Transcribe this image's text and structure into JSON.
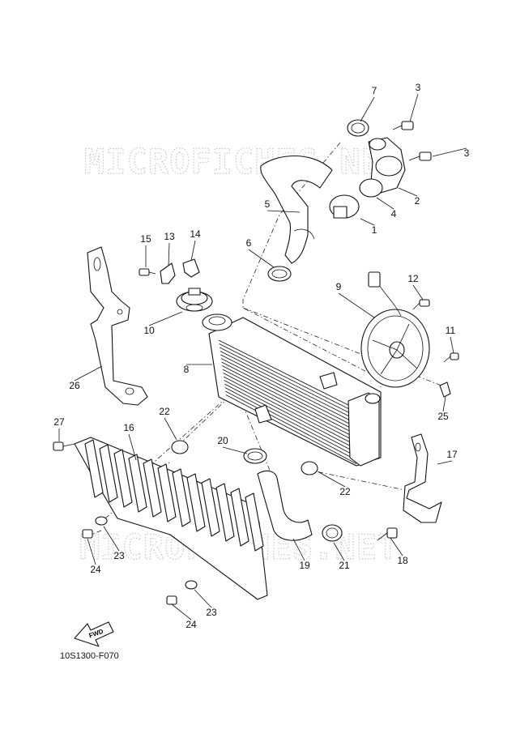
{
  "diagram": {
    "drawing_code": "10S1300-F070",
    "watermark": "MICROFICHES.NET",
    "fwd_label": "FWD",
    "callouts": [
      {
        "id": "c1",
        "label": "1"
      },
      {
        "id": "c2",
        "label": "2"
      },
      {
        "id": "c3a",
        "label": "3"
      },
      {
        "id": "c3b",
        "label": "3"
      },
      {
        "id": "c4",
        "label": "4"
      },
      {
        "id": "c5",
        "label": "5"
      },
      {
        "id": "c6",
        "label": "6"
      },
      {
        "id": "c7",
        "label": "7"
      },
      {
        "id": "c8",
        "label": "8"
      },
      {
        "id": "c9",
        "label": "9"
      },
      {
        "id": "c10",
        "label": "10"
      },
      {
        "id": "c11",
        "label": "11"
      },
      {
        "id": "c12",
        "label": "12"
      },
      {
        "id": "c13",
        "label": "13"
      },
      {
        "id": "c14",
        "label": "14"
      },
      {
        "id": "c15",
        "label": "15"
      },
      {
        "id": "c16",
        "label": "16"
      },
      {
        "id": "c17",
        "label": "17"
      },
      {
        "id": "c18",
        "label": "18"
      },
      {
        "id": "c19",
        "label": "19"
      },
      {
        "id": "c20",
        "label": "20"
      },
      {
        "id": "c21",
        "label": "21"
      },
      {
        "id": "c22a",
        "label": "22"
      },
      {
        "id": "c22b",
        "label": "22"
      },
      {
        "id": "c23a",
        "label": "23"
      },
      {
        "id": "c23b",
        "label": "23"
      },
      {
        "id": "c24a",
        "label": "24"
      },
      {
        "id": "c24b",
        "label": "24"
      },
      {
        "id": "c25",
        "label": "25"
      },
      {
        "id": "c26",
        "label": "26"
      },
      {
        "id": "c27",
        "label": "27"
      }
    ]
  }
}
